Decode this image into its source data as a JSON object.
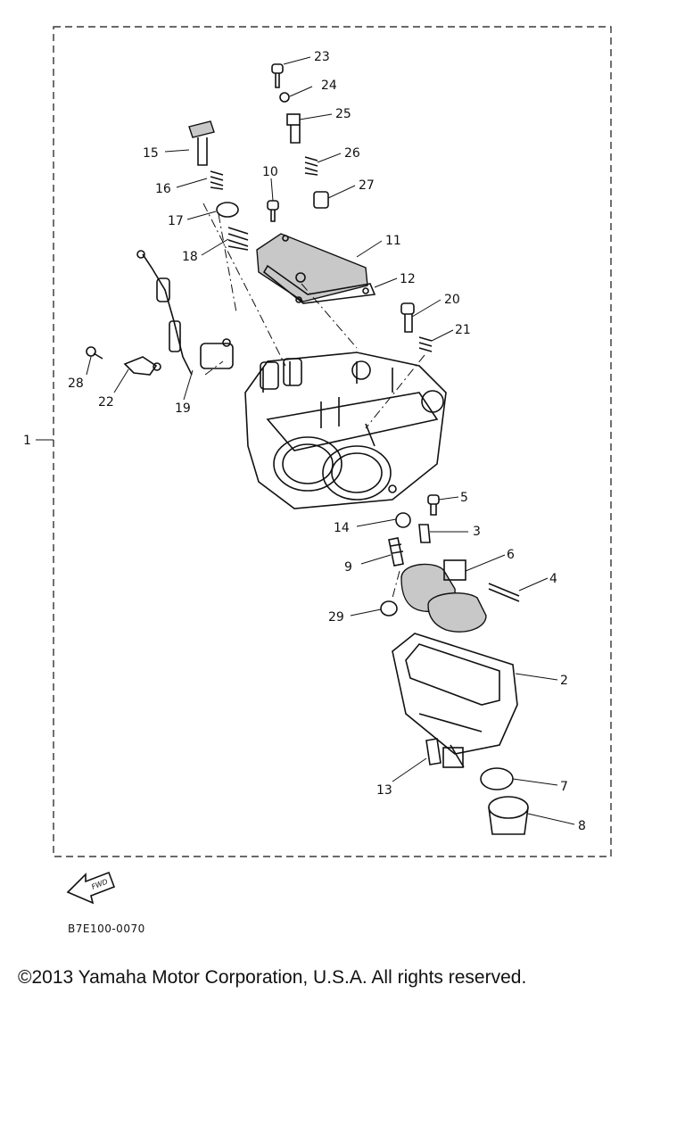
{
  "diagram": {
    "callouts": [
      {
        "id": "1",
        "text": "1"
      },
      {
        "id": "2",
        "text": "2"
      },
      {
        "id": "3",
        "text": "3"
      },
      {
        "id": "4",
        "text": "4"
      },
      {
        "id": "5",
        "text": "5"
      },
      {
        "id": "6",
        "text": "6"
      },
      {
        "id": "7",
        "text": "7"
      },
      {
        "id": "8",
        "text": "8"
      },
      {
        "id": "9",
        "text": "9"
      },
      {
        "id": "10",
        "text": "10"
      },
      {
        "id": "11",
        "text": "11"
      },
      {
        "id": "12",
        "text": "12"
      },
      {
        "id": "13",
        "text": "13"
      },
      {
        "id": "14",
        "text": "14"
      },
      {
        "id": "15",
        "text": "15"
      },
      {
        "id": "16",
        "text": "16"
      },
      {
        "id": "17",
        "text": "17"
      },
      {
        "id": "18",
        "text": "18"
      },
      {
        "id": "19",
        "text": "19"
      },
      {
        "id": "20",
        "text": "20"
      },
      {
        "id": "21",
        "text": "21"
      },
      {
        "id": "22",
        "text": "22"
      },
      {
        "id": "23",
        "text": "23"
      },
      {
        "id": "24",
        "text": "24"
      },
      {
        "id": "25",
        "text": "25"
      },
      {
        "id": "26",
        "text": "26"
      },
      {
        "id": "27",
        "text": "27"
      },
      {
        "id": "28",
        "text": "28"
      },
      {
        "id": "29",
        "text": "29"
      }
    ],
    "fwd_label": "FWD",
    "part_number": "B7E100-0070"
  },
  "footer": {
    "copyright": "©2013 Yamaha Motor Corporation, U.S.A. All rights reserved."
  }
}
